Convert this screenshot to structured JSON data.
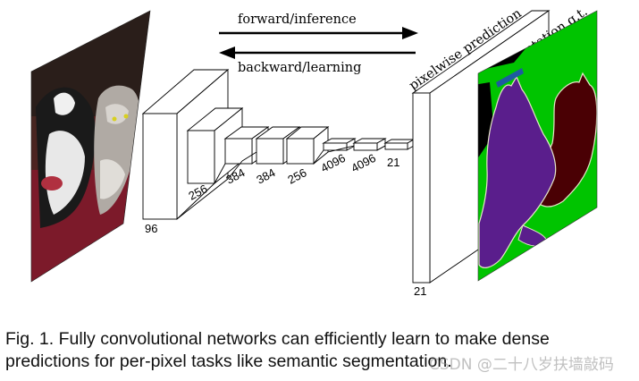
{
  "figure": {
    "arrows": {
      "forward_label": "forward/inference",
      "backward_label": "backward/learning"
    },
    "layer_labels": {
      "first": "96",
      "conv": [
        "256",
        "384",
        "384",
        "256"
      ],
      "fc": [
        "4096",
        "4096",
        "21"
      ],
      "output": "21"
    },
    "rotated_labels": {
      "prediction": "pixelwise prediction",
      "ground_truth": "segmentation g.t."
    },
    "segmentation_colors": {
      "background": "#00c400",
      "void": "#000000",
      "dog": "#5a1e8c",
      "cat": "#4a0004",
      "boundary": "#e6e6c8",
      "gt_marker": "#1e5aa0"
    }
  },
  "caption": {
    "line1": "Fig. 1.  Fully convolutional networks can efficiently learn to make dense",
    "line2": "predictions for per-pixel tasks like semantic segmentation."
  },
  "watermark": "CSDN @二十八岁扶墙敲码"
}
